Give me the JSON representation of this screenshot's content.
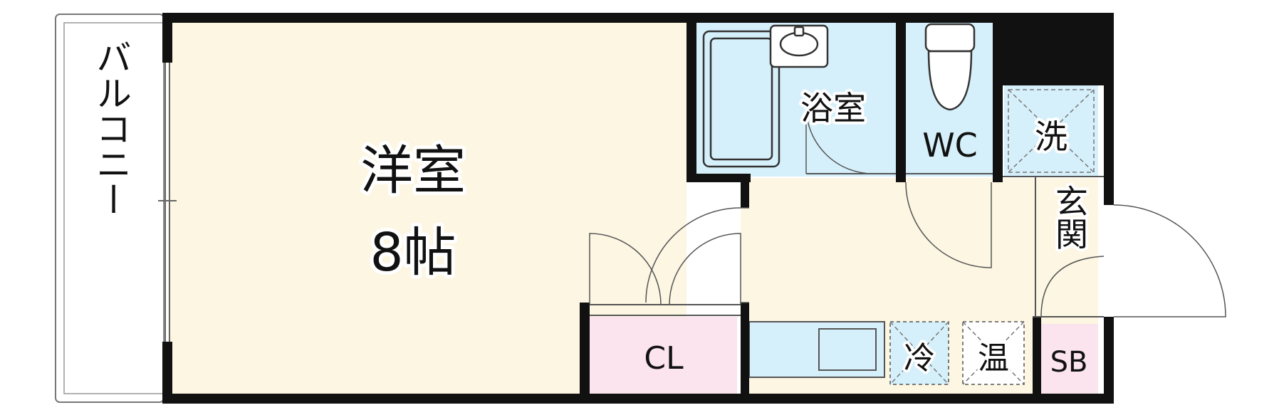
{
  "floor_plan": {
    "rooms": {
      "western_room": {
        "name": "洋室",
        "size": "8帖"
      },
      "balcony": {
        "name": "バルコニー"
      },
      "bathroom": {
        "name": "浴室"
      },
      "toilet": {
        "name": "WC"
      },
      "washer": {
        "name": "洗"
      },
      "entrance": {
        "name": "玄関"
      },
      "closet": {
        "name": "CL"
      },
      "fridge": {
        "name": "冷"
      },
      "water_heater": {
        "name": "温"
      },
      "shoe_box": {
        "name": "SB"
      }
    },
    "colors": {
      "wall": "#111111",
      "room_floor": "#fdf6e3",
      "wet_area": "#d6f0fb",
      "storage": "#fbe4ee",
      "line": "#555555"
    }
  }
}
